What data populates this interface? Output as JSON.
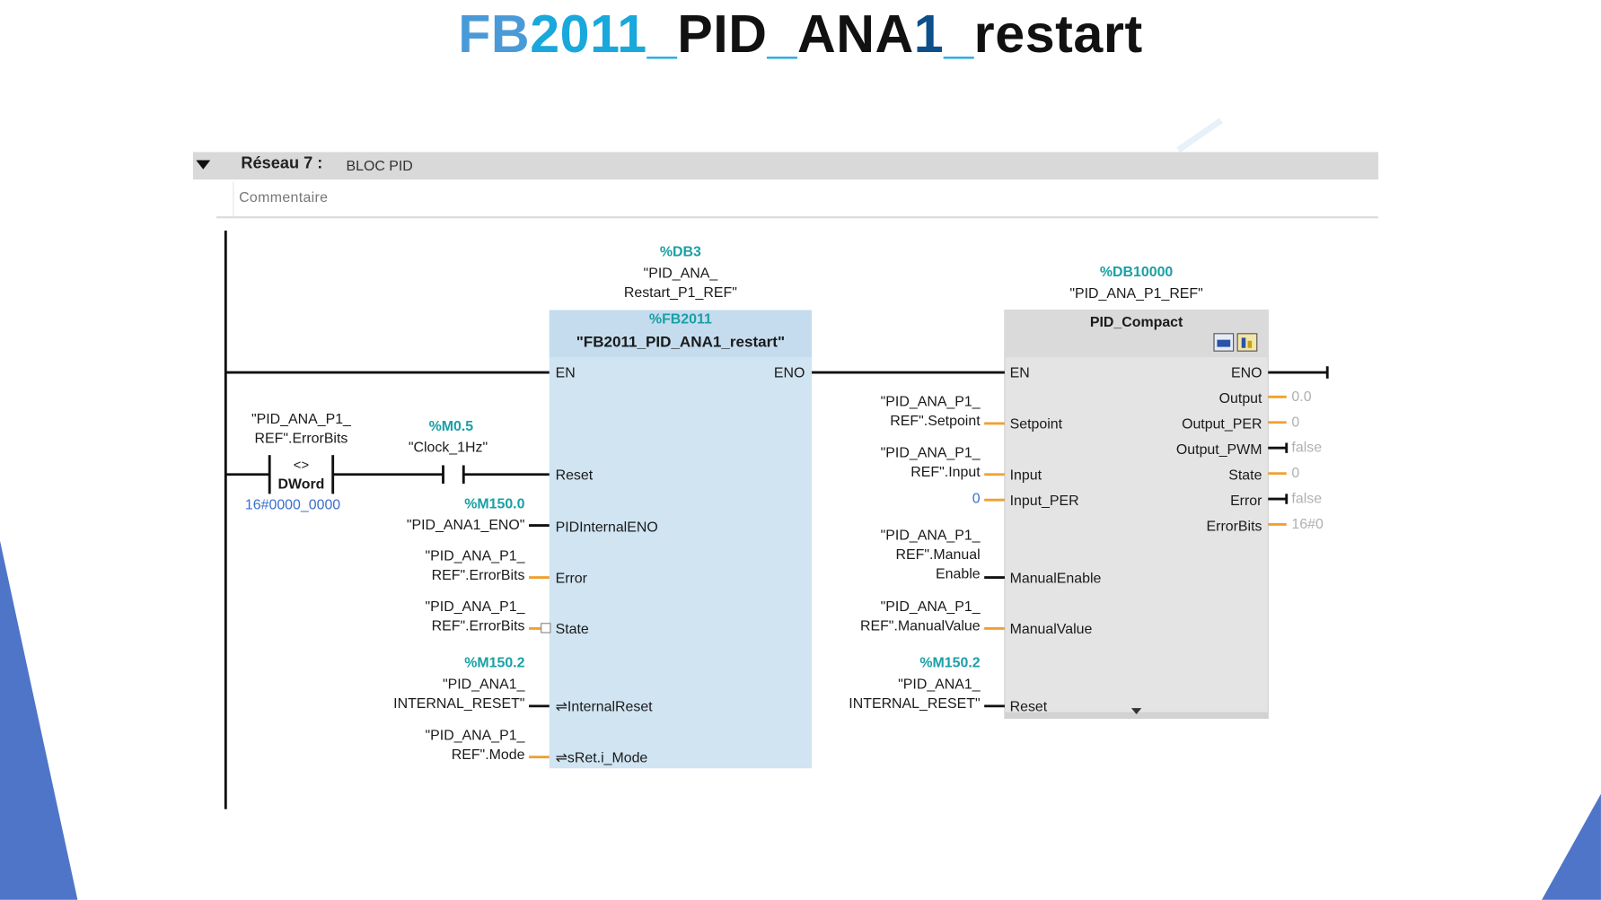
{
  "title": {
    "part1": "FB",
    "part2": "2011",
    "part3": "_",
    "part4": "PID",
    "part5": "_",
    "part6": "ANA",
    "part7": "1",
    "part8": "_",
    "part9": "restart"
  },
  "network": {
    "title": "Réseau 7 :",
    "name": "BLOC PID",
    "comment": "Commentaire"
  },
  "compare": {
    "operand_top_1": "\"PID_ANA_P1_",
    "operand_top_2": "REF\".ErrorBits",
    "operator": "<>",
    "type": "DWord",
    "operand_bottom": "16#0000_0000"
  },
  "contact": {
    "address": "%M0.5",
    "symbol": "\"Clock_1Hz\""
  },
  "fb2011": {
    "instance_address": "%DB3",
    "instance_line1": "\"PID_ANA_",
    "instance_line2": "Restart_P1_REF\"",
    "block_address": "%FB2011",
    "block_name": "\"FB2011_PID_ANA1_restart\"",
    "pins": {
      "en": "EN",
      "eno": "ENO",
      "reset": "Reset",
      "pidinternaleno": "PIDInternalENO",
      "error": "Error",
      "state": "State",
      "internalreset": "⇌InternalReset",
      "sret_mode": "⇌sRet.i_Mode"
    },
    "params": {
      "pidinternaleno_addr": "%M150.0",
      "pidinternaleno_sym": "\"PID_ANA1_ENO\"",
      "error_1": "\"PID_ANA_P1_",
      "error_2": "REF\".ErrorBits",
      "state_1": "\"PID_ANA_P1_",
      "state_2": "REF\".ErrorBits",
      "internalreset_addr": "%M150.2",
      "internalreset_1": "\"PID_ANA1_",
      "internalreset_2": "INTERNAL_RESET\"",
      "mode_1": "\"PID_ANA_P1_",
      "mode_2": "REF\".Mode"
    }
  },
  "pid_compact": {
    "instance_address": "%DB10000",
    "instance_name": "\"PID_ANA_P1_REF\"",
    "block_name": "PID_Compact",
    "inputs": {
      "en": "EN",
      "setpoint": "Setpoint",
      "input": "Input",
      "input_per": "Input_PER",
      "manualenable": "ManualEnable",
      "manualvalue": "ManualValue",
      "reset": "Reset"
    },
    "outputs": {
      "eno": "ENO",
      "output": "Output",
      "output_per": "Output_PER",
      "output_pwm": "Output_PWM",
      "state": "State",
      "error": "Error",
      "errorbits": "ErrorBits"
    },
    "params": {
      "setpoint_1": "\"PID_ANA_P1_",
      "setpoint_2": "REF\".Setpoint",
      "input_1": "\"PID_ANA_P1_",
      "input_2": "REF\".Input",
      "input_per_val": "0",
      "manualenable_1": "\"PID_ANA_P1_",
      "manualenable_2": "REF\".Manual",
      "manualenable_3": "Enable",
      "manualvalue_1": "\"PID_ANA_P1_",
      "manualvalue_2": "REF\".ManualValue",
      "reset_addr": "%M150.2",
      "reset_1": "\"PID_ANA1_",
      "reset_2": "INTERNAL_RESET\""
    },
    "output_values": {
      "output": "0.0",
      "output_per": "0",
      "output_pwm": "false",
      "state": "0",
      "error": "false",
      "errorbits": "16#0"
    }
  },
  "colors": {
    "fb_block": "#d0e4f2",
    "pid_block": "#e4e4e4",
    "address": "#19a0a6",
    "wire_bool": "#111111",
    "wire_data": "#f0a030",
    "decor_blue": "#4f75c9"
  }
}
